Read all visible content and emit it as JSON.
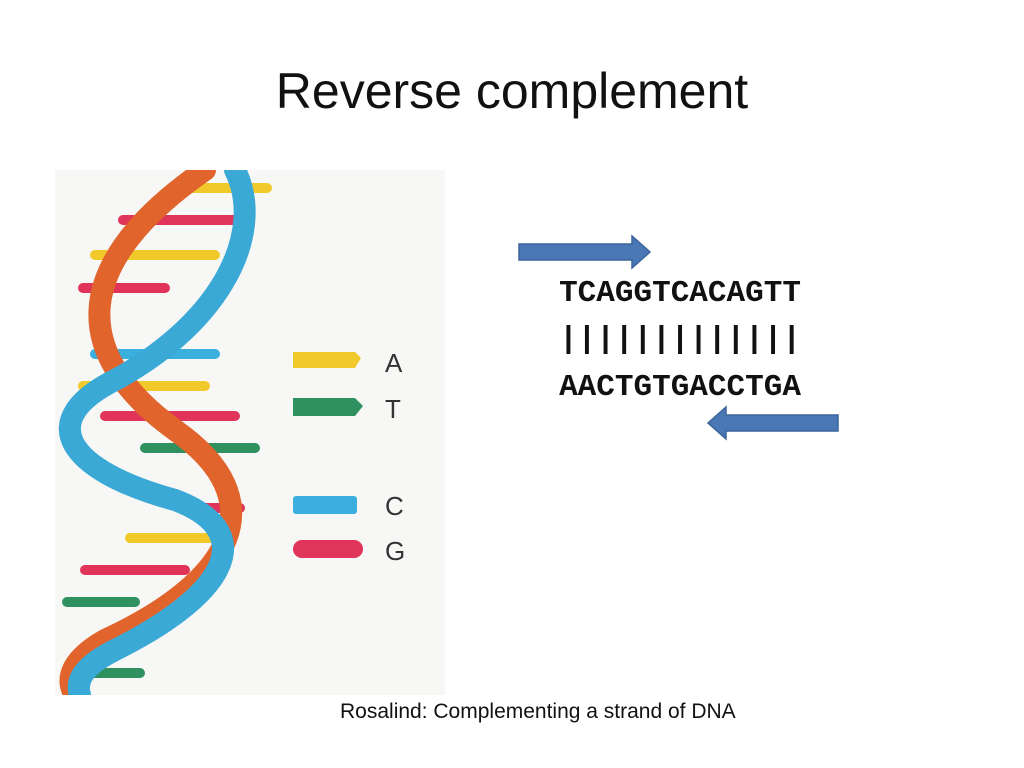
{
  "slide": {
    "title": "Reverse complement",
    "caption": "Rosalind: Complementing a strand of DNA"
  },
  "sequence": {
    "top_strand": "TCAGGTCACAGTT",
    "pair_bars": "|||||||||||||",
    "bottom_strand": "AACTGTGACCTGA"
  },
  "legend": [
    {
      "base": "A",
      "color": "#f2c92b"
    },
    {
      "base": "T",
      "color": "#2f9160"
    },
    {
      "base": "C",
      "color": "#3bb0de"
    },
    {
      "base": "G",
      "color": "#e0345a"
    }
  ],
  "colors": {
    "arrow": "#4a78b5",
    "backbone_orange": "#e0642c",
    "backbone_blue": "#3aa9d6"
  }
}
